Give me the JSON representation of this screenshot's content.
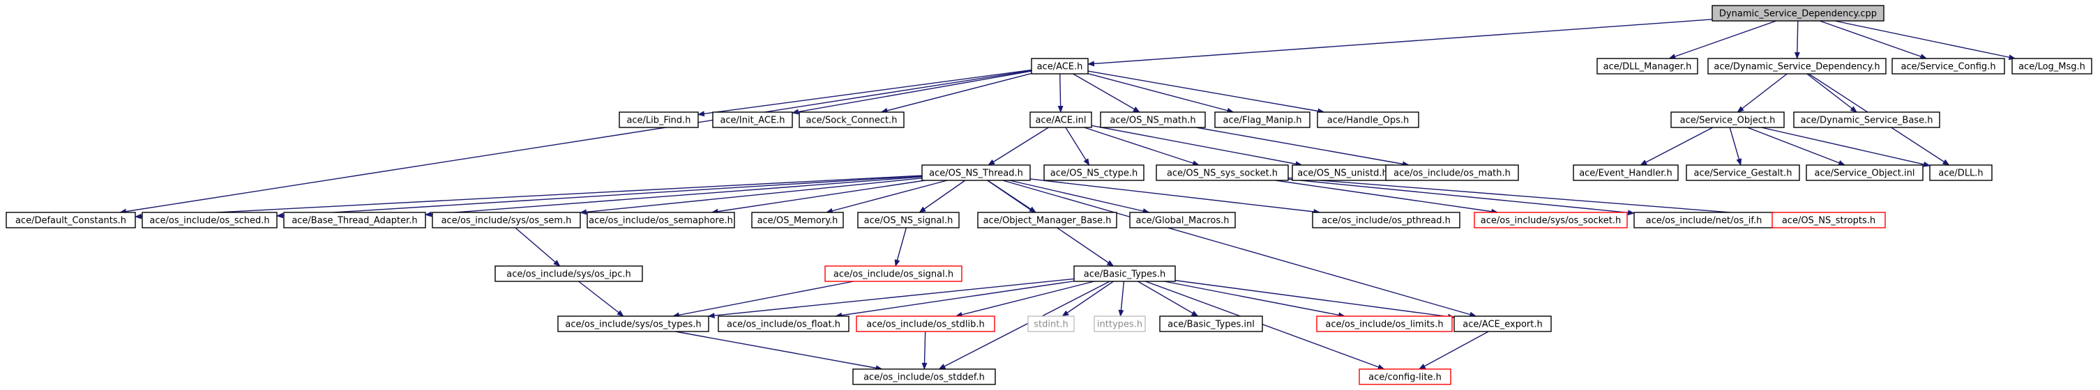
{
  "graph": {
    "colors": {
      "edge": "#191970",
      "root_fill": "#bfbfbf",
      "node_fill": "#ffffff",
      "node_stroke": "#000000",
      "missing_stroke": "#ff0000",
      "external_stroke": "#bfbfbf",
      "text": "#000000",
      "external_text": "#8c8c8c"
    },
    "nodes": [
      {
        "id": "root",
        "label": "Dynamic_Service_Dependency.cpp",
        "kind": "root"
      },
      {
        "id": "ace_h",
        "label": "ace/ACE.h",
        "kind": "normal"
      },
      {
        "id": "dll_manager",
        "label": "ace/DLL_Manager.h",
        "kind": "normal"
      },
      {
        "id": "dsd_h",
        "label": "ace/Dynamic_Service_Dependency.h",
        "kind": "normal"
      },
      {
        "id": "service_config",
        "label": "ace/Service_Config.h",
        "kind": "normal"
      },
      {
        "id": "log_msg",
        "label": "ace/Log_Msg.h",
        "kind": "normal"
      },
      {
        "id": "lib_find",
        "label": "ace/Lib_Find.h",
        "kind": "normal"
      },
      {
        "id": "init_ace",
        "label": "ace/Init_ACE.h",
        "kind": "normal"
      },
      {
        "id": "sock_connect",
        "label": "ace/Sock_Connect.h",
        "kind": "normal"
      },
      {
        "id": "ace_inl",
        "label": "ace/ACE.inl",
        "kind": "normal"
      },
      {
        "id": "os_ns_math",
        "label": "ace/OS_NS_math.h",
        "kind": "normal"
      },
      {
        "id": "flag_manip",
        "label": "ace/Flag_Manip.h",
        "kind": "normal"
      },
      {
        "id": "handle_ops",
        "label": "ace/Handle_Ops.h",
        "kind": "normal"
      },
      {
        "id": "service_object",
        "label": "ace/Service_Object.h",
        "kind": "normal"
      },
      {
        "id": "dyn_service_base",
        "label": "ace/Dynamic_Service_Base.h",
        "kind": "normal"
      },
      {
        "id": "os_ns_thread",
        "label": "ace/OS_NS_Thread.h",
        "kind": "normal"
      },
      {
        "id": "os_ns_ctype",
        "label": "ace/OS_NS_ctype.h",
        "kind": "normal"
      },
      {
        "id": "os_ns_sys_socket",
        "label": "ace/OS_NS_sys_socket.h",
        "kind": "normal"
      },
      {
        "id": "os_ns_unistd",
        "label": "ace/OS_NS_unistd.h",
        "kind": "normal"
      },
      {
        "id": "os_math",
        "label": "ace/os_include/os_math.h",
        "kind": "normal"
      },
      {
        "id": "event_handler",
        "label": "ace/Event_Handler.h",
        "kind": "normal"
      },
      {
        "id": "service_gestalt",
        "label": "ace/Service_Gestalt.h",
        "kind": "normal"
      },
      {
        "id": "service_object_inl",
        "label": "ace/Service_Object.inl",
        "kind": "normal"
      },
      {
        "id": "dll_h",
        "label": "ace/DLL.h",
        "kind": "normal"
      },
      {
        "id": "default_constants",
        "label": "ace/Default_Constants.h",
        "kind": "normal"
      },
      {
        "id": "os_sched",
        "label": "ace/os_include/os_sched.h",
        "kind": "normal"
      },
      {
        "id": "base_thread_adapter",
        "label": "ace/Base_Thread_Adapter.h",
        "kind": "normal"
      },
      {
        "id": "sys_os_sem",
        "label": "ace/os_include/sys/os_sem.h",
        "kind": "normal"
      },
      {
        "id": "os_semaphore",
        "label": "ace/os_include/os_semaphore.h",
        "kind": "normal"
      },
      {
        "id": "os_memory",
        "label": "ace/OS_Memory.h",
        "kind": "normal"
      },
      {
        "id": "os_ns_signal",
        "label": "ace/OS_NS_signal.h",
        "kind": "normal"
      },
      {
        "id": "object_manager_base",
        "label": "ace/Object_Manager_Base.h",
        "kind": "normal"
      },
      {
        "id": "global_macros",
        "label": "ace/Global_Macros.h",
        "kind": "normal"
      },
      {
        "id": "os_pthread",
        "label": "ace/os_include/os_pthread.h",
        "kind": "normal"
      },
      {
        "id": "sys_os_socket",
        "label": "ace/os_include/sys/os_socket.h",
        "kind": "missing"
      },
      {
        "id": "net_os_if",
        "label": "ace/os_include/net/os_if.h",
        "kind": "normal"
      },
      {
        "id": "os_ns_stropts",
        "label": "ace/OS_NS_stropts.h",
        "kind": "missing"
      },
      {
        "id": "sys_os_ipc",
        "label": "ace/os_include/sys/os_ipc.h",
        "kind": "normal"
      },
      {
        "id": "os_signal",
        "label": "ace/os_include/os_signal.h",
        "kind": "missing"
      },
      {
        "id": "basic_types",
        "label": "ace/Basic_Types.h",
        "kind": "normal"
      },
      {
        "id": "sys_os_types",
        "label": "ace/os_include/sys/os_types.h",
        "kind": "normal"
      },
      {
        "id": "os_float",
        "label": "ace/os_include/os_float.h",
        "kind": "normal"
      },
      {
        "id": "os_stdlib",
        "label": "ace/os_include/os_stdlib.h",
        "kind": "missing"
      },
      {
        "id": "stdint",
        "label": "stdint.h",
        "kind": "external"
      },
      {
        "id": "inttypes",
        "label": "inttypes.h",
        "kind": "external"
      },
      {
        "id": "basic_types_inl",
        "label": "ace/Basic_Types.inl",
        "kind": "normal"
      },
      {
        "id": "os_limits",
        "label": "ace/os_include/os_limits.h",
        "kind": "missing"
      },
      {
        "id": "ace_export",
        "label": "ace/ACE_export.h",
        "kind": "normal"
      },
      {
        "id": "os_stddef",
        "label": "ace/os_include/os_stddef.h",
        "kind": "normal"
      },
      {
        "id": "config_lite",
        "label": "ace/config-lite.h",
        "kind": "missing"
      }
    ],
    "edges": [
      [
        "root",
        "ace_h"
      ],
      [
        "root",
        "dll_manager"
      ],
      [
        "root",
        "dsd_h"
      ],
      [
        "root",
        "service_config"
      ],
      [
        "root",
        "log_msg"
      ],
      [
        "ace_h",
        "lib_find"
      ],
      [
        "ace_h",
        "init_ace"
      ],
      [
        "ace_h",
        "sock_connect"
      ],
      [
        "ace_h",
        "ace_inl"
      ],
      [
        "ace_h",
        "os_ns_math"
      ],
      [
        "ace_h",
        "flag_manip"
      ],
      [
        "ace_h",
        "handle_ops"
      ],
      [
        "ace_h",
        "default_constants"
      ],
      [
        "dsd_h",
        "service_object"
      ],
      [
        "dsd_h",
        "dyn_service_base"
      ],
      [
        "dsd_h",
        "dll_h"
      ],
      [
        "ace_inl",
        "os_ns_thread"
      ],
      [
        "ace_inl",
        "os_ns_ctype"
      ],
      [
        "ace_inl",
        "os_ns_sys_socket"
      ],
      [
        "ace_inl",
        "os_ns_unistd"
      ],
      [
        "os_ns_math",
        "os_math"
      ],
      [
        "service_object",
        "event_handler"
      ],
      [
        "service_object",
        "service_gestalt"
      ],
      [
        "service_object",
        "service_object_inl"
      ],
      [
        "service_object",
        "dll_h"
      ],
      [
        "os_ns_thread",
        "default_constants"
      ],
      [
        "os_ns_thread",
        "os_sched"
      ],
      [
        "os_ns_thread",
        "base_thread_adapter"
      ],
      [
        "os_ns_thread",
        "sys_os_sem"
      ],
      [
        "os_ns_thread",
        "os_semaphore"
      ],
      [
        "os_ns_thread",
        "os_memory"
      ],
      [
        "os_ns_thread",
        "os_ns_signal"
      ],
      [
        "os_ns_thread",
        "object_manager_base"
      ],
      [
        "os_ns_thread",
        "global_macros"
      ],
      [
        "os_ns_thread",
        "os_pthread"
      ],
      [
        "os_ns_thread",
        "ace_export"
      ],
      [
        "os_ns_thread",
        "basic_types"
      ],
      [
        "os_ns_sys_socket",
        "sys_os_socket"
      ],
      [
        "os_ns_sys_socket",
        "net_os_if"
      ],
      [
        "os_ns_sys_socket",
        "os_ns_stropts"
      ],
      [
        "sys_os_sem",
        "sys_os_ipc"
      ],
      [
        "sys_os_ipc",
        "sys_os_types"
      ],
      [
        "os_ns_signal",
        "os_signal"
      ],
      [
        "os_signal",
        "sys_os_types"
      ],
      [
        "basic_types",
        "sys_os_types"
      ],
      [
        "basic_types",
        "os_float"
      ],
      [
        "basic_types",
        "os_stdlib"
      ],
      [
        "basic_types",
        "stdint"
      ],
      [
        "basic_types",
        "inttypes"
      ],
      [
        "basic_types",
        "basic_types_inl"
      ],
      [
        "basic_types",
        "os_limits"
      ],
      [
        "basic_types",
        "ace_export"
      ],
      [
        "basic_types",
        "os_stddef"
      ],
      [
        "basic_types",
        "config_lite"
      ],
      [
        "sys_os_types",
        "os_stddef"
      ],
      [
        "os_stdlib",
        "os_stddef"
      ],
      [
        "ace_export",
        "config_lite"
      ]
    ]
  }
}
